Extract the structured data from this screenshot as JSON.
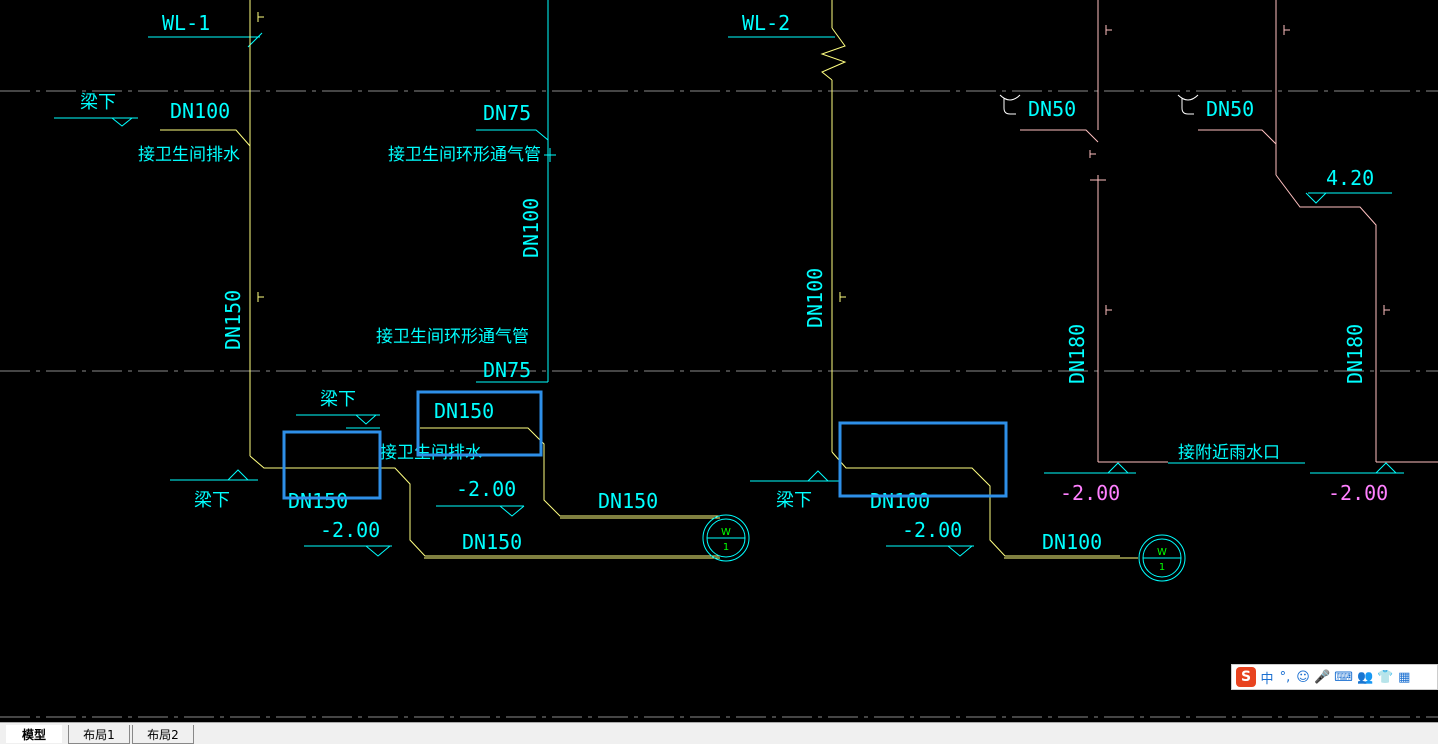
{
  "drawing": {
    "pipe_ids": [
      "WL-1",
      "WL-2"
    ],
    "labels": {
      "beam_under": "梁下",
      "dn100": "DN100",
      "dn75": "DN75",
      "dn150": "DN150",
      "dn50": "DN50",
      "dn180": "DN180",
      "elev_neg2": "-2.00",
      "elev_420": "4.20",
      "toilet_drain": "接卫生间排水",
      "toilet_vent": "接卫生间环形通气管",
      "rain_outlet": "接附近雨水口"
    },
    "well_marker": {
      "top": "W",
      "bottom": "1"
    }
  },
  "colors": {
    "pipe_yellow": "#ffff80",
    "pipe_cyan": "#80ffff",
    "pipe_pink": "#ffc0c0",
    "text_cyan": "#00ffff",
    "text_magenta": "#ff80ff",
    "grid_gray": "#8a8a8a",
    "highlight_blue": "#2e8fe8"
  },
  "ime": {
    "logo": "S",
    "items": [
      "中",
      "°,",
      "☺",
      "🎤",
      "⌨",
      "👥",
      "👕",
      "▦"
    ]
  },
  "tabs": [
    {
      "label": "模型",
      "active": true
    },
    {
      "label": "布局1",
      "active": false
    },
    {
      "label": "布局2",
      "active": false
    }
  ]
}
